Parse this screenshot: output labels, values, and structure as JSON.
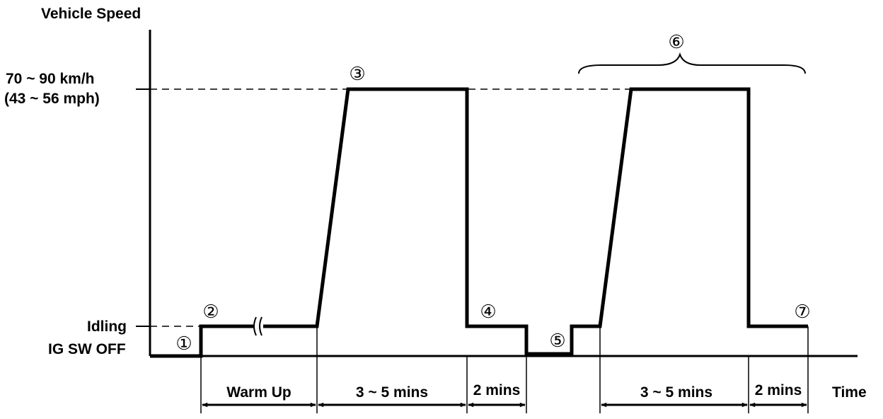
{
  "axes": {
    "y_title": "Vehicle Speed",
    "x_title": "Time",
    "levels": {
      "high_line1": "70 ~ 90 km/h",
      "high_line2": "(43 ~ 56 mph)",
      "idling": "Idling",
      "off": "IG SW OFF"
    }
  },
  "steps": {
    "s1": "①",
    "s2": "②",
    "s3": "③",
    "s4": "④",
    "s5": "⑤",
    "s6": "⑥",
    "s7": "⑦"
  },
  "durations": {
    "warmup": "Warm Up",
    "drive1": "3 ~ 5 mins",
    "idle1": "2 mins",
    "drive2": "3 ~ 5 mins",
    "idle2": "2 mins"
  }
}
